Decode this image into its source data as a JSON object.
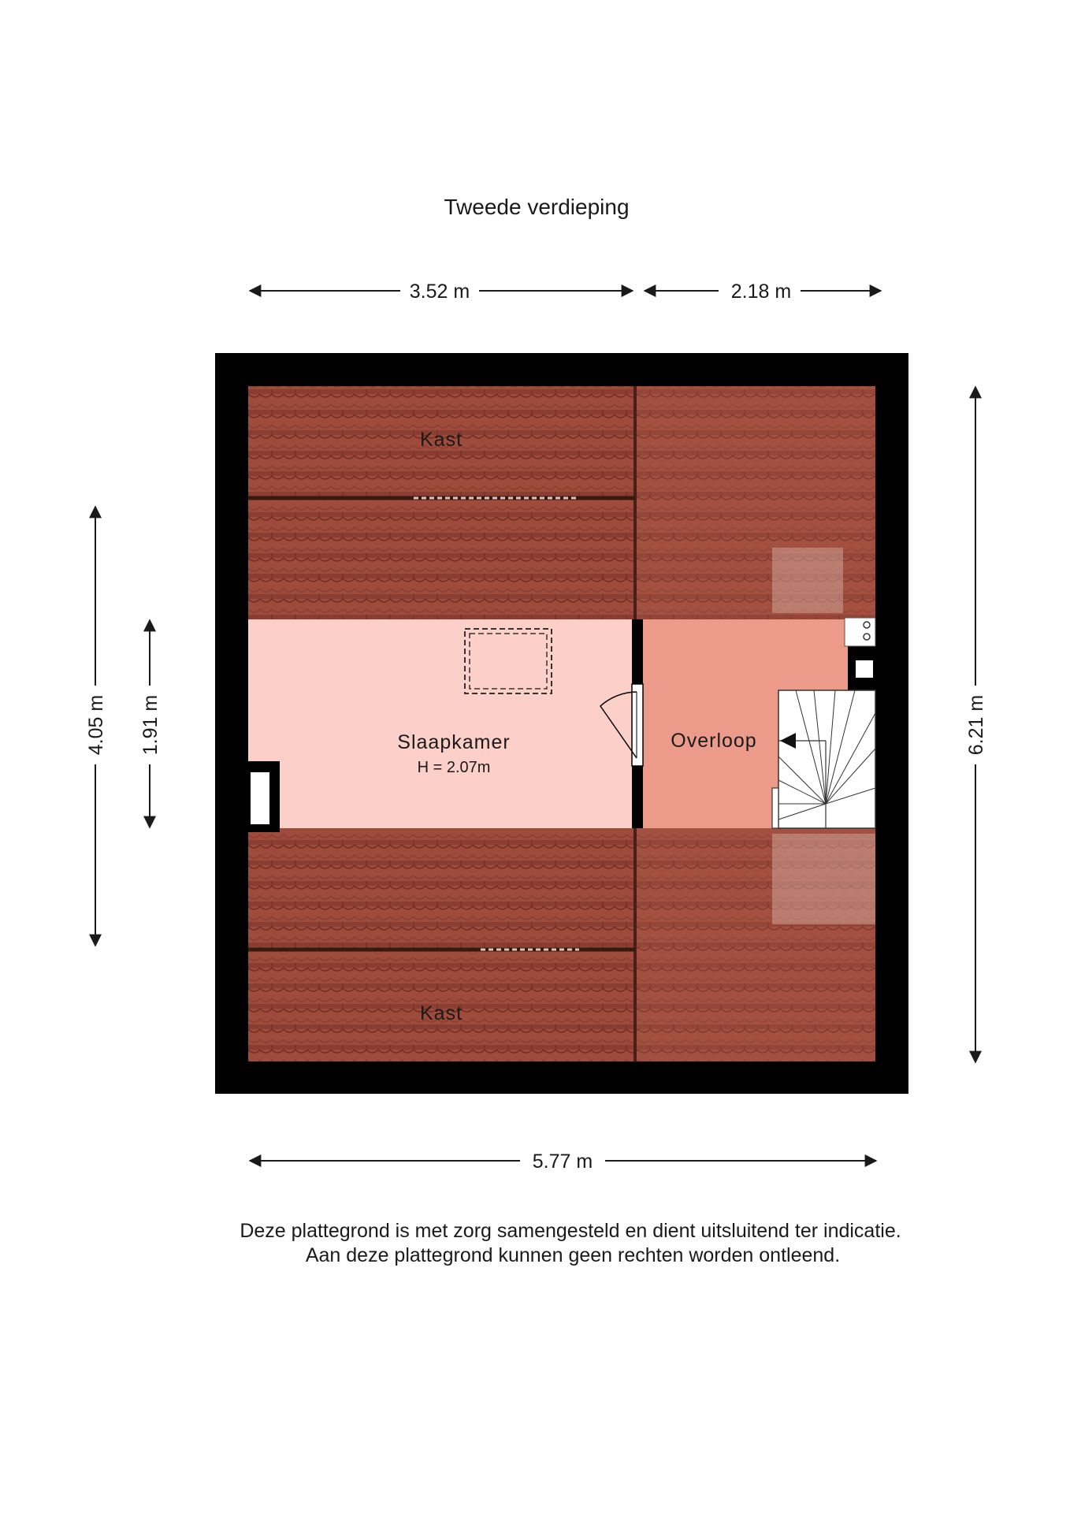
{
  "title": "Tweede verdieping",
  "dimensions": {
    "top_left": "3.52 m",
    "top_right": "2.18 m",
    "bottom": "5.77 m",
    "left_outer": "4.05 m",
    "left_inner": "1.91 m",
    "right": "6.21 m"
  },
  "rooms": {
    "kast_top": "Kast",
    "slaapkamer": "Slaapkamer",
    "slaapkamer_height": "H = 2.07m",
    "overloop": "Overloop",
    "kast_bottom": "Kast"
  },
  "disclaimer": {
    "line1": "Deze plattegrond is met zorg samengesteld en dient uitsluitend ter indicatie.",
    "line2": "Aan deze plattegrond kunnen geen rechten worden ontleend."
  },
  "colors": {
    "wall": "#000000",
    "roof_tile": "#9b4a3a",
    "slaapkamer": "#fccfc9",
    "overloop": "#ec9b8b",
    "stairs": "#ffffff"
  }
}
